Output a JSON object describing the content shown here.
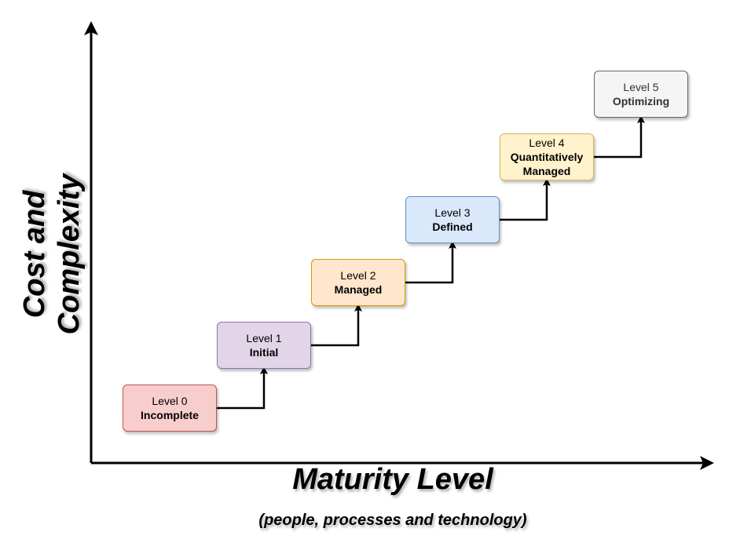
{
  "axes": {
    "x_title": "Maturity Level",
    "x_subtitle": "(people, processes and technology)",
    "y_title": "Cost and\nComplexity"
  },
  "levels": [
    {
      "level": "Level 0",
      "name": "Incomplete",
      "fill": "#f8cecc",
      "stroke": "#b85450"
    },
    {
      "level": "Level 1",
      "name": "Initial",
      "fill": "#e1d5e7",
      "stroke": "#9673a6"
    },
    {
      "level": "Level 2",
      "name": "Managed",
      "fill": "#ffe6cc",
      "stroke": "#d79b00"
    },
    {
      "level": "Level 3",
      "name": "Defined",
      "fill": "#dae8fc",
      "stroke": "#6c8ebf"
    },
    {
      "level": "Level 4",
      "name": "Quantitatively Managed",
      "fill": "#fff2cc",
      "stroke": "#d6b656"
    },
    {
      "level": "Level 5",
      "name": "Optimizing",
      "fill": "#f5f5f5",
      "stroke": "#666666",
      "text_color": "#333333"
    }
  ]
}
